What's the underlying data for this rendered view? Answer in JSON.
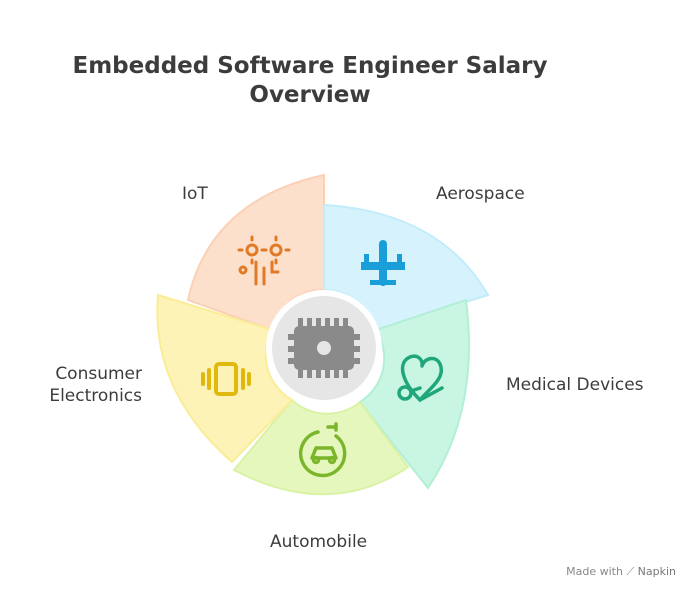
{
  "title": "Embedded Software Engineer Salary Overview",
  "segments": [
    {
      "label": "IoT",
      "icon": "iot-gears-icon",
      "fill": "#fde0cc",
      "edge": "#fbd0b4",
      "icon_color": "#e07a26"
    },
    {
      "label": "Aerospace",
      "icon": "airplane-icon",
      "fill": "#d6f3fd",
      "edge": "#c3ecfb",
      "icon_color": "#1a9ed9"
    },
    {
      "label": "Medical Devices",
      "icon": "stethoscope-heart-icon",
      "fill": "#c9f5e3",
      "edge": "#b2efd6",
      "icon_color": "#1fa67a"
    },
    {
      "label": "Automobile",
      "icon": "electric-car-icon",
      "fill": "#e6f7bd",
      "edge": "#d9f2a4",
      "icon_color": "#7bb52b"
    },
    {
      "label": "Consumer Electronics",
      "icon": "vibrating-phone-icon",
      "fill": "#fdf3b6",
      "edge": "#fbec97",
      "icon_color": "#e0b80e"
    }
  ],
  "center": {
    "icon": "microchip-icon",
    "fill": "#e6e6e6",
    "icon_color": "#8a8a8a"
  },
  "footer": {
    "made_with": "Made with",
    "brand": "Napkin"
  }
}
